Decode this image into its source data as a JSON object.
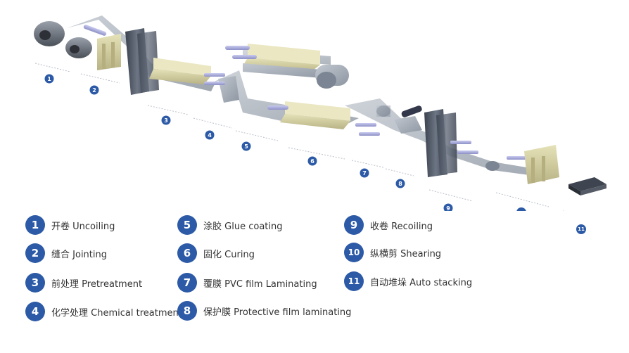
{
  "colors": {
    "badge": "#2c5aa6",
    "roller": "#a9acdc",
    "tank": "#d6d2a4",
    "steel": "#7d8694",
    "text": "#333333"
  },
  "steps": [
    {
      "num": "1",
      "zh": "开卷",
      "en": "Uncoiling"
    },
    {
      "num": "2",
      "zh": "缝合",
      "en": "Jointing"
    },
    {
      "num": "3",
      "zh": "前处理",
      "en": "Pretreatment"
    },
    {
      "num": "4",
      "zh": "化学处理",
      "en": "Chemical treatment"
    },
    {
      "num": "5",
      "zh": "涂胶",
      "en": "Glue coating"
    },
    {
      "num": "6",
      "zh": "固化",
      "en": "Curing"
    },
    {
      "num": "7",
      "zh": "覆膜",
      "en": "PVC film Laminating"
    },
    {
      "num": "8",
      "zh": "保护膜",
      "en": "Protective film laminating"
    },
    {
      "num": "9",
      "zh": "收卷",
      "en": "Recoiling"
    },
    {
      "num": "10",
      "zh": "纵横剪",
      "en": "Shearing"
    },
    {
      "num": "11",
      "zh": "自动堆垛",
      "en": "Auto stacking"
    }
  ]
}
